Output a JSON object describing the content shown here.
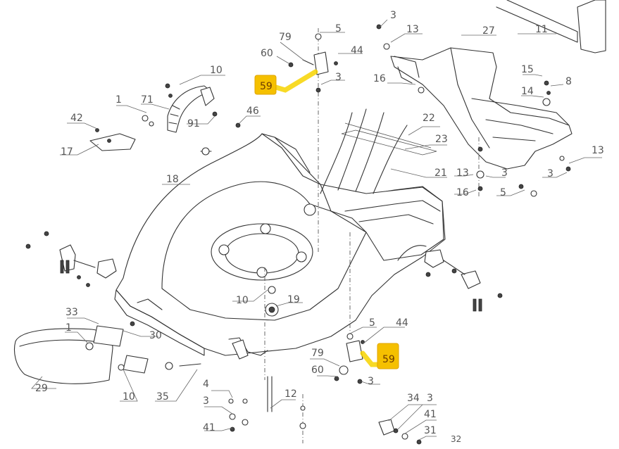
{
  "diagram": {
    "type": "exploded parts diagram",
    "highlight_color": "#f5c000",
    "labels": {
      "p3a": "3",
      "p5a": "5",
      "p79a": "79",
      "p60a": "60",
      "p44a": "44",
      "p59a": "59",
      "p3b": "3",
      "p13a": "13",
      "p27": "27",
      "p11": "11",
      "p16a": "16",
      "p15": "15",
      "p8": "8",
      "p14": "14",
      "p10a": "10",
      "p1a": "1",
      "p71": "71",
      "p46": "46",
      "p91": "91",
      "p42": "42",
      "p17": "17",
      "p22": "22",
      "p23": "23",
      "p21": "21",
      "p13b": "13",
      "p3c": "3",
      "p16b": "16",
      "p5b": "5",
      "p13c": "13",
      "p3d": "3",
      "p18": "18",
      "p10b": "10",
      "p19": "19",
      "p33": "33",
      "p1b": "1",
      "p30": "30",
      "p29": "29",
      "p10c": "10",
      "p35": "35",
      "p5c": "5",
      "p44b": "44",
      "p59b": "59",
      "p79b": "79",
      "p60b": "60",
      "p3e": "3",
      "p4": "4",
      "p3f": "3",
      "p41a": "41",
      "p12": "12",
      "p34": "34",
      "p3g": "3",
      "p41b": "41",
      "p31": "31",
      "p32": "32"
    }
  }
}
